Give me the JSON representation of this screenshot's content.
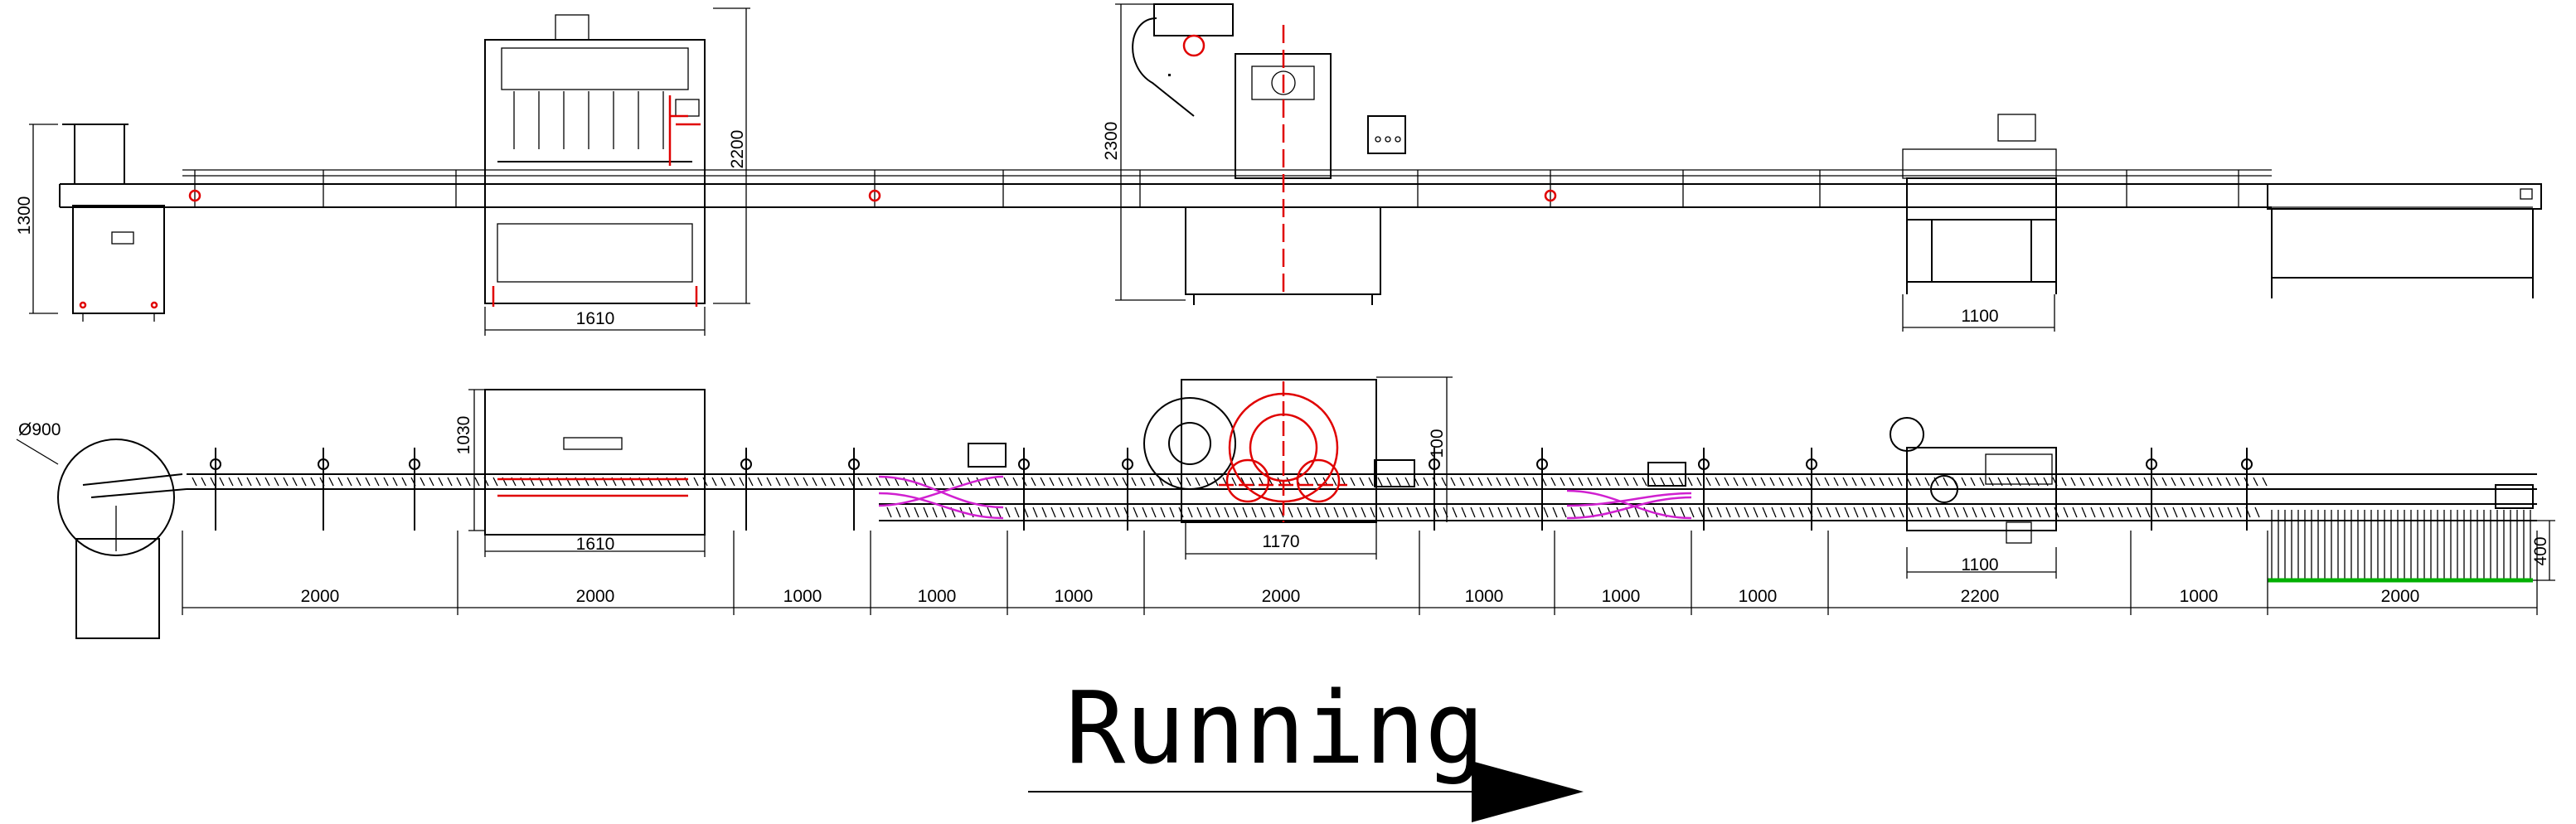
{
  "elevation_dims": {
    "left_height": "1300",
    "filler_height": "2200",
    "filler_width": "1610",
    "capper_height": "2300",
    "labeler_width": "1100"
  },
  "plan_dims": {
    "turntable_diameter": "Ø900",
    "filler_depth": "1030",
    "filler_width": "1610",
    "capper_width": "1170",
    "capper_depth": "100",
    "labeler_width": "1100",
    "end_table_height": "400"
  },
  "segment_dims": [
    "2000",
    "2000",
    "1000",
    "1000",
    "1000",
    "2000",
    "1000",
    "1000",
    "1000",
    "2200",
    "1000",
    "2000"
  ],
  "flow_label": "Running",
  "colors": {
    "line": "#000000",
    "accent_red": "#e00000",
    "accent_magenta": "#d020d0",
    "accent_green": "#00b000"
  }
}
